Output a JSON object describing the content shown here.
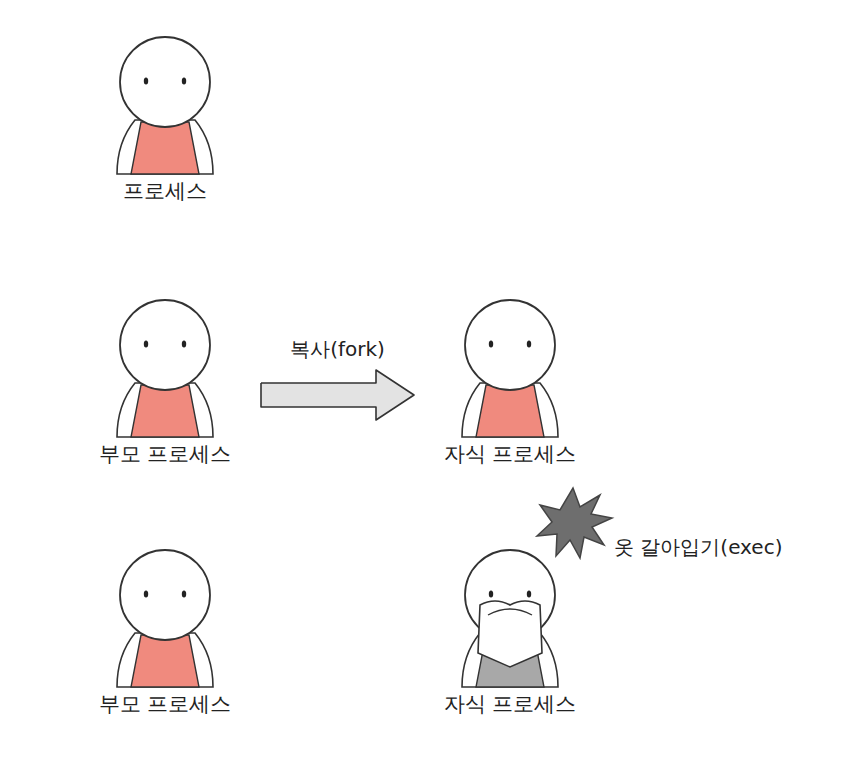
{
  "diagram": {
    "nodes": [
      {
        "text": [
          "프로세스"
        ]
      },
      {
        "text": [
          "부모 프로세스"
        ]
      },
      {
        "text": [
          "자식 프로세스"
        ]
      },
      {
        "text": [
          "부모 프로세스"
        ]
      },
      {
        "text": [
          "자식 프로세스"
        ]
      }
    ],
    "edges": [
      {
        "from": 1,
        "to": 2,
        "arrow": "to",
        "label": "복사(fork)"
      }
    ],
    "labels": [
      "옷 갈아입기(exec)"
    ]
  }
}
